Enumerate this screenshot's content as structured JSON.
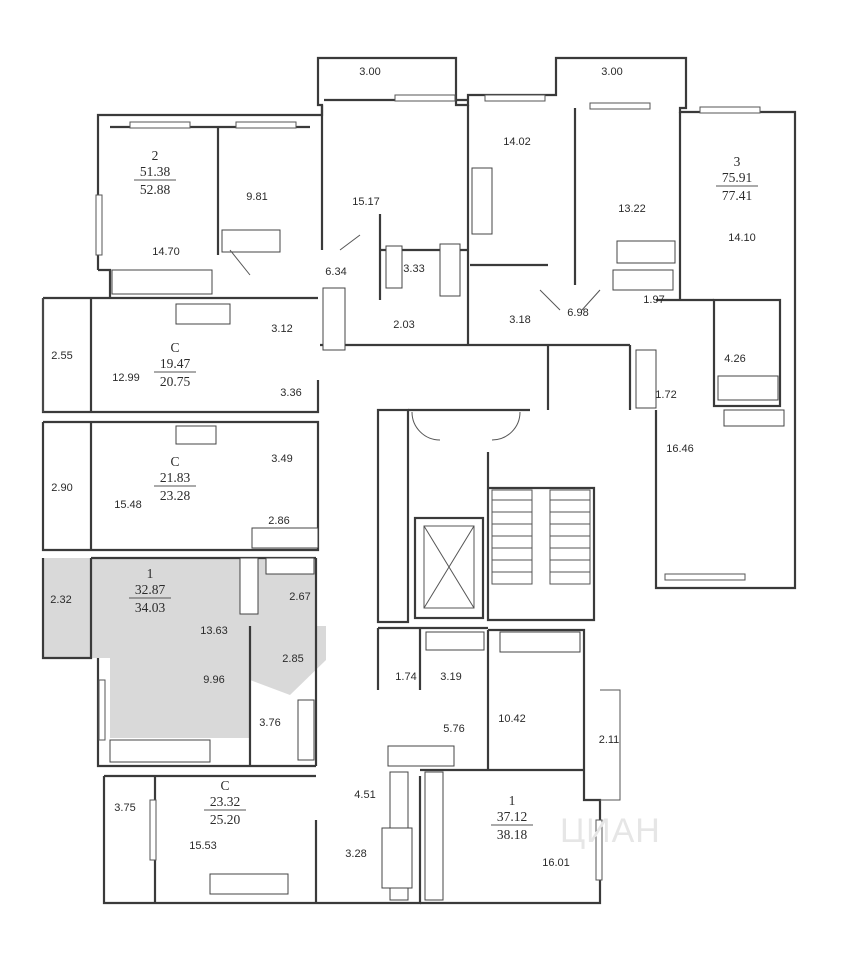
{
  "watermark": "ЦИАН",
  "apartments": [
    {
      "id": "apt-2",
      "type": "2",
      "living_area": "51.38",
      "total_area": "52.88",
      "highlighted": false
    },
    {
      "id": "apt-3",
      "type": "3",
      "living_area": "75.91",
      "total_area": "77.41",
      "highlighted": false
    },
    {
      "id": "apt-c1",
      "type": "С",
      "living_area": "19.47",
      "total_area": "20.75",
      "highlighted": false
    },
    {
      "id": "apt-c2",
      "type": "С",
      "living_area": "21.83",
      "total_area": "23.28",
      "highlighted": false
    },
    {
      "id": "apt-1a",
      "type": "1",
      "living_area": "32.87",
      "total_area": "34.03",
      "highlighted": true
    },
    {
      "id": "apt-c3",
      "type": "С",
      "living_area": "23.32",
      "total_area": "25.20",
      "highlighted": false
    },
    {
      "id": "apt-1b",
      "type": "1",
      "living_area": "37.12",
      "total_area": "38.18",
      "highlighted": false
    }
  ],
  "rooms": [
    "3.00",
    "3.00",
    "14.02",
    "9.81",
    "15.17",
    "13.22",
    "14.70",
    "14.10",
    "6.34",
    "3.33",
    "1.97",
    "6.98",
    "2.03",
    "3.18",
    "3.12",
    "2.55",
    "12.99",
    "4.26",
    "3.36",
    "1.72",
    "16.46",
    "2.90",
    "15.48",
    "3.49",
    "2.86",
    "2.32",
    "2.67",
    "13.63",
    "2.85",
    "9.96",
    "3.76",
    "1.74",
    "3.19",
    "10.42",
    "2.11",
    "5.76",
    "4.51",
    "3.75",
    "15.53",
    "3.28",
    "16.01"
  ]
}
